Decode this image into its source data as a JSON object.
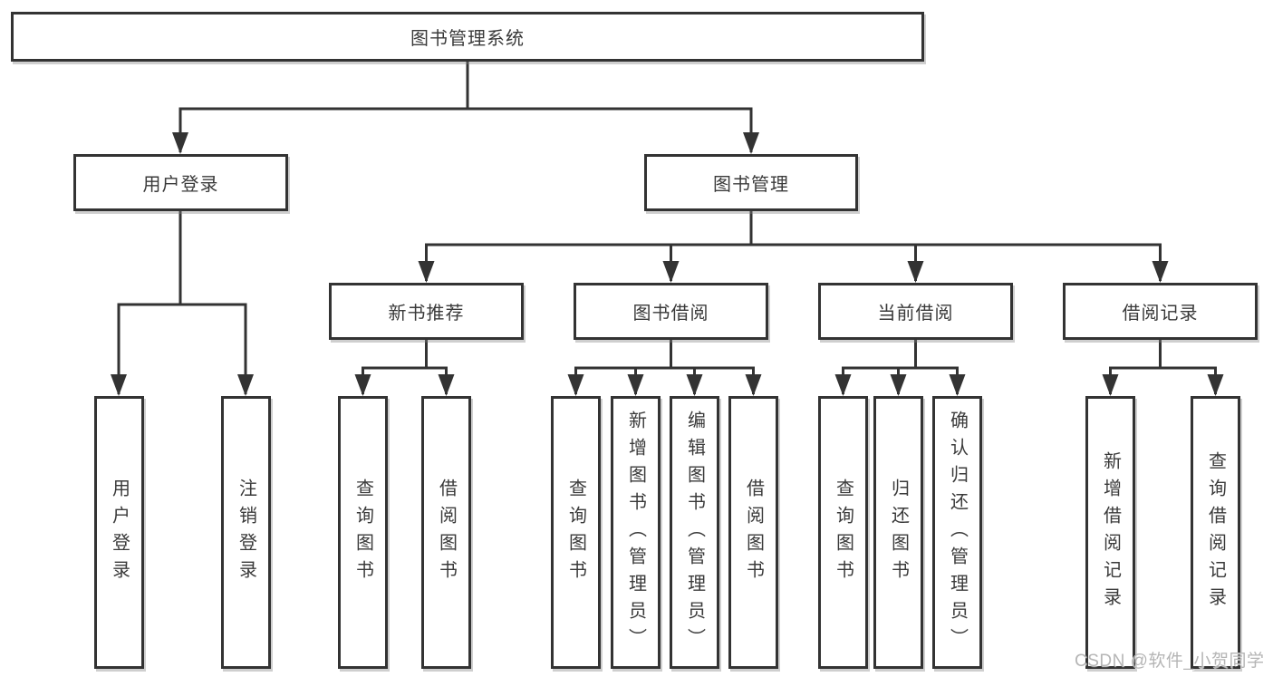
{
  "tree": {
    "root": "图书管理系统",
    "user_login_branch": {
      "label": "用户登录",
      "children": [
        "用户登录",
        "注销登录"
      ]
    },
    "book_management_branch": {
      "label": "图书管理",
      "groups": [
        {
          "label": "新书推荐",
          "children": [
            "查询图书",
            "借阅图书"
          ]
        },
        {
          "label": "图书借阅",
          "children": [
            "查询图书",
            "新增图书（管理员）",
            "编辑图书（管理员）",
            "借阅图书"
          ]
        },
        {
          "label": "当前借阅",
          "children": [
            "查询图书",
            "归还图书",
            "确认归还（管理员）"
          ]
        },
        {
          "label": "借阅记录",
          "children": [
            "新增借阅记录",
            "查询借阅记录"
          ]
        }
      ]
    }
  },
  "watermark": "CSDN @软件_小贺同学",
  "colors": {
    "line": "#333333",
    "text": "#3a3a3a",
    "watermark": "#b5b5b5",
    "background": "#ffffff"
  }
}
